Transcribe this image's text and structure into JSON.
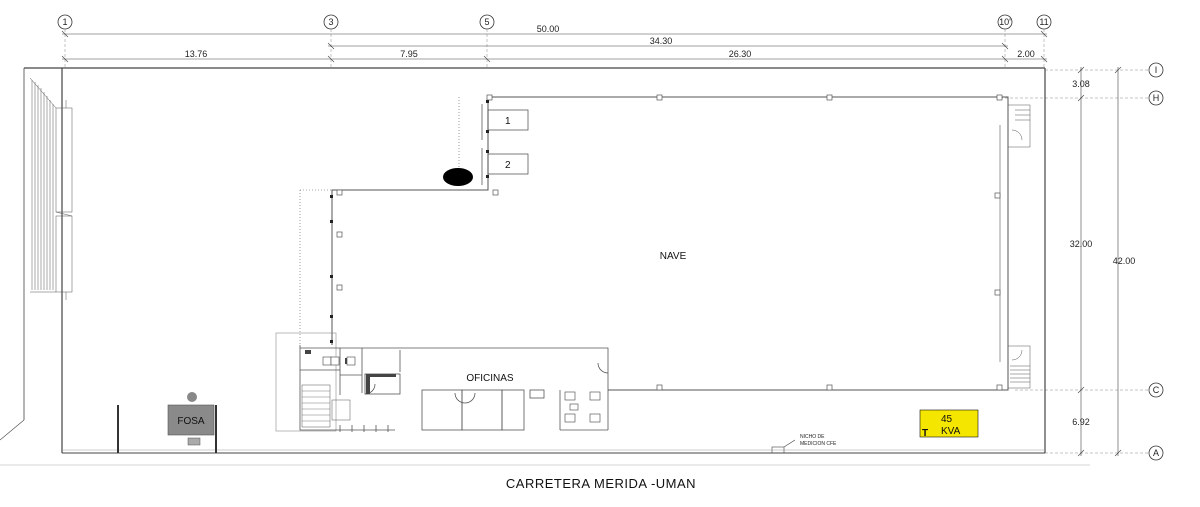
{
  "grid": {
    "columns": [
      "1",
      "3",
      "5",
      "10'",
      "11"
    ],
    "rows": [
      "I",
      "H",
      "C",
      "A"
    ]
  },
  "dimensions": {
    "overall": "50.00",
    "sub_total": "34.30",
    "top_segments": [
      "13.76",
      "7.95",
      "26.30",
      "2.00"
    ],
    "right_segments": [
      "3.08",
      "32.00",
      "6.92"
    ],
    "right_total": "42.00"
  },
  "rooms": {
    "nave": "NAVE",
    "oficinas": "OFICINAS",
    "fosa": "FOSA",
    "dock_1": "1",
    "dock_2": "2"
  },
  "transformer": {
    "letter": "T",
    "capacity_number": "45",
    "capacity_unit": "KVA",
    "color": "#f5e600"
  },
  "meter_note": {
    "line1": "NICHO DE",
    "line2": "MEDICION CFE"
  },
  "road": {
    "label": "CARRETERA MERIDA -UMAN"
  }
}
